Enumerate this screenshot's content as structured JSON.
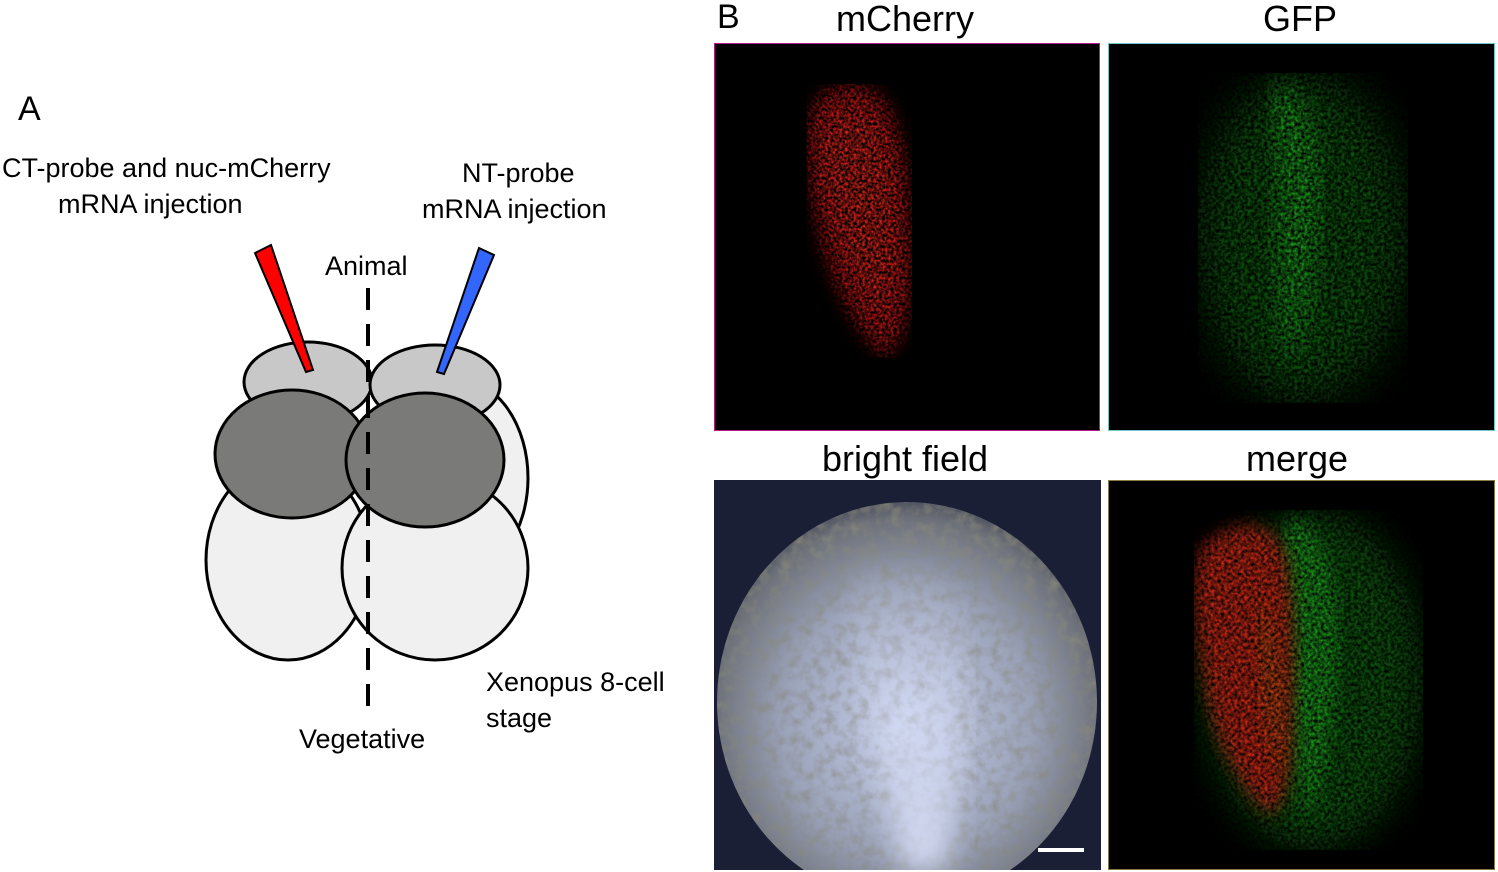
{
  "panel_a": {
    "letter": "A",
    "left_injection_line1": "CT-probe and nuc-mCherry",
    "left_injection_line2": "mRNA injection",
    "right_injection_line1": "NT-probe",
    "right_injection_line2": "mRNA injection",
    "axis_top": "Animal",
    "axis_bottom": "Vegetative",
    "stage_line1": "Xenopus 8-cell",
    "stage_line2": "stage",
    "colors": {
      "left_needle": "#ff0000",
      "right_needle": "#3366ff",
      "animal_light": "#c8c8c8",
      "animal_dark": "#7a7a78",
      "vegetal": "#f0f0f0"
    }
  },
  "panel_b": {
    "letter": "B",
    "titles": {
      "mcherry": "mCherry",
      "gfp": "GFP",
      "bright_field": "bright field",
      "merge": "merge"
    },
    "colors": {
      "mcherry_signal": "#d01818",
      "gfp_signal": "#1a9a1a",
      "mcherry_border": "#b01c8a",
      "gfp_border": "#6ac8c8"
    }
  }
}
